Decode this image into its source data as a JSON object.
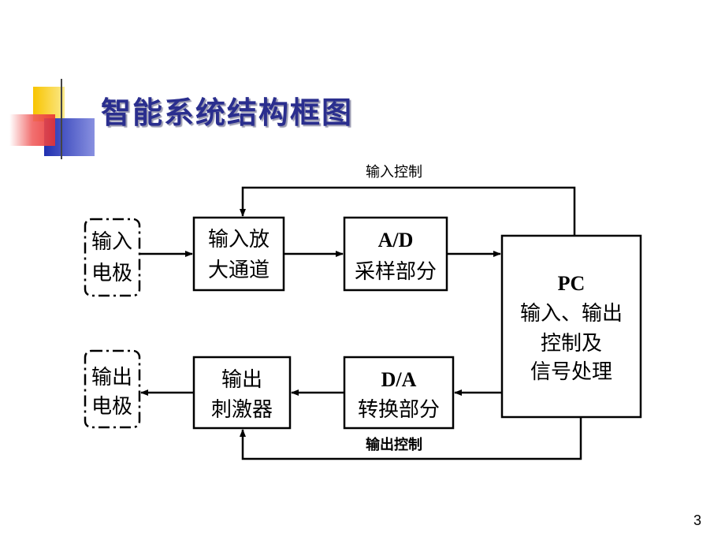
{
  "title": "智能系统结构框图",
  "page_number": "3",
  "blocks": {
    "input_electrode": [
      "输入",
      "电极"
    ],
    "input_amp": [
      "输入放",
      "大通道"
    ],
    "ad": [
      "A/D",
      "采样部分"
    ],
    "pc": [
      "PC",
      "输入、输出",
      "控制及",
      "信号处理"
    ],
    "da": [
      "D/A",
      "转换部分"
    ],
    "output_stim": [
      "输出",
      "刺激器"
    ],
    "output_electrode": [
      "输出",
      "电极"
    ]
  },
  "labels": {
    "input_control": "输入控制",
    "output_control": "输出控制"
  },
  "colors": {
    "title": "#2a2e8e",
    "deco_yellow": "#f5c518",
    "deco_red": "#e84a4a",
    "deco_blue": "#2b3bbd",
    "line": "#000000"
  }
}
